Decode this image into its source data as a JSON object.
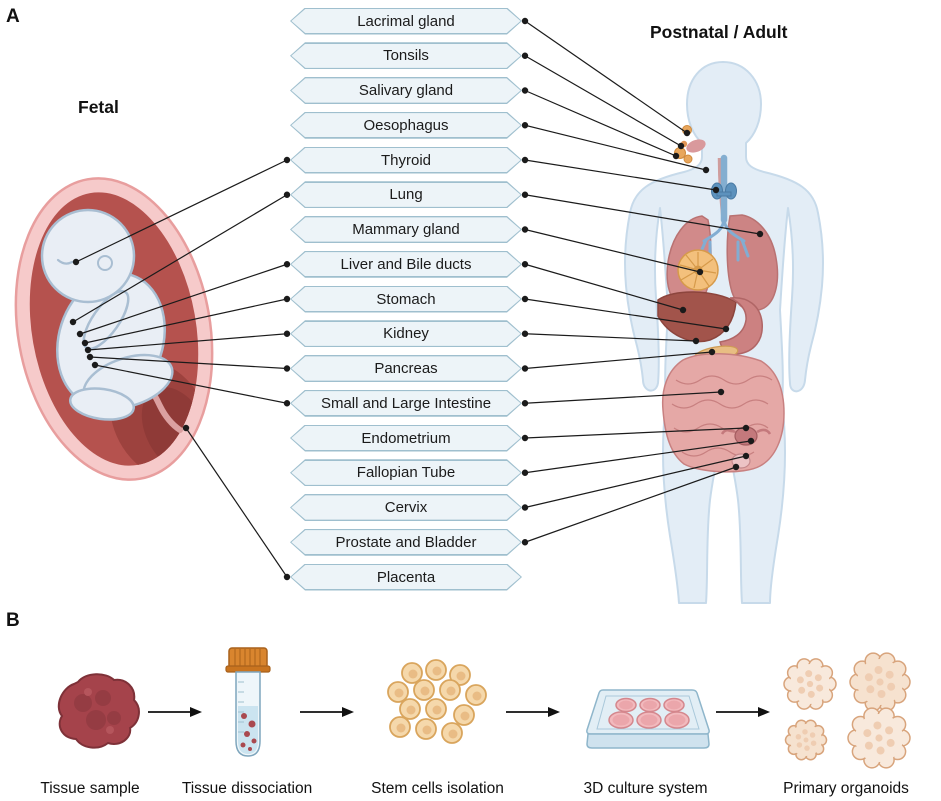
{
  "panelA": {
    "label": "A",
    "fetal_heading": "Fetal",
    "adult_heading": "Postnatal / Adult",
    "tissues": [
      "Lacrimal gland",
      "Tonsils",
      "Salivary gland",
      "Oesophagus",
      "Thyroid",
      "Lung",
      "Mammary gland",
      "Liver and Bile ducts",
      "Stomach",
      "Kidney",
      "Pancreas",
      "Small and Large Intestine",
      "Endometrium",
      "Fallopian Tube",
      "Cervix",
      "Prostate and Bladder",
      "Placenta"
    ]
  },
  "panelB": {
    "label": "B",
    "steps": [
      {
        "label": "Tissue sample",
        "icon": "tissue-sample-icon"
      },
      {
        "label": "Tissue dissociation",
        "icon": "dissociation-tube-icon"
      },
      {
        "label": "Stem cells isolation",
        "icon": "stem-cells-icon"
      },
      {
        "label": "3D culture system",
        "icon": "culture-plate-icon"
      },
      {
        "label": "Primary organoids",
        "icon": "primary-organoids-icon"
      }
    ]
  },
  "colors": {
    "hexagon_fill": "#edf4f8",
    "hexagon_border": "#9fbfce",
    "connector_line": "#1b1b1b",
    "fetal_sac_outer": "#f6caca",
    "fetal_sac_inner": "#b5524e",
    "body_silhouette": "#e3edf6",
    "tube_cap_orange": "#d9852e",
    "cell_fill": "#f5d8ab",
    "organoid_fill": "#f8e9dc"
  }
}
